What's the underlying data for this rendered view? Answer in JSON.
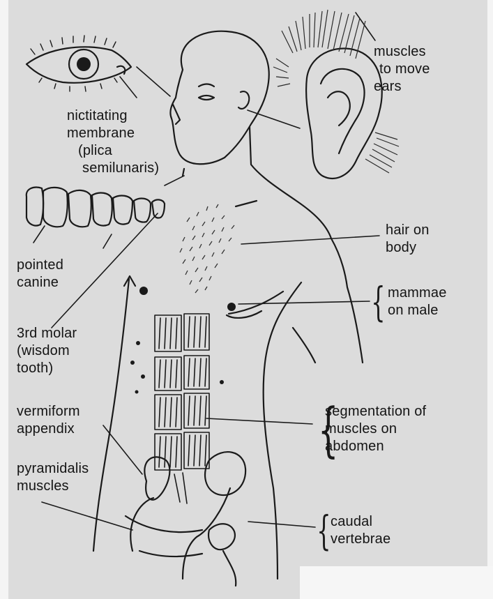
{
  "labels": {
    "ear_muscles": [
      "muscles",
      "to move",
      "ears"
    ],
    "nictitating": [
      "nictitating",
      "membrane",
      "(plica",
      "semilunaris)"
    ],
    "canine": [
      "pointed",
      "canine"
    ],
    "molar": [
      "3rd molar",
      "(wisdom",
      "tooth)"
    ],
    "appendix": [
      "vermiform",
      "appendix"
    ],
    "pyramidalis": [
      "pyramidalis",
      "muscles"
    ],
    "hair": [
      "hair on",
      "body"
    ],
    "mammae": [
      "mammae",
      "on male"
    ],
    "segmentation": [
      "segmentation of",
      "muscles on",
      "abdomen"
    ],
    "caudal": [
      "caudal",
      "vertebrae"
    ]
  },
  "colors": {
    "background": "#dcdcdc",
    "ink": "#1a1a1a"
  }
}
